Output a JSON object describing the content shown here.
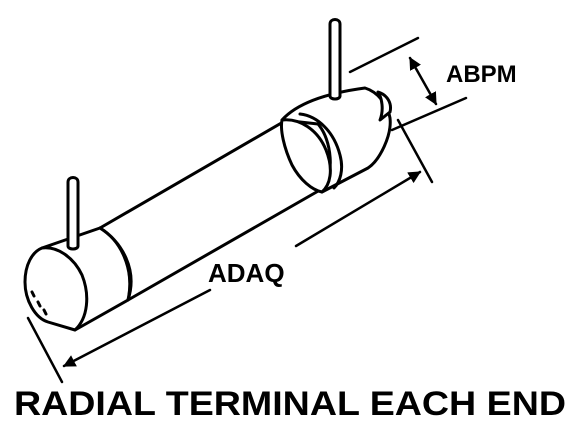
{
  "diagram": {
    "component": "fuse-cartridge",
    "labels": {
      "diameter": "ABPM",
      "length": "ADAQ"
    },
    "caption": "RADIAL TERMINAL EACH END",
    "colors": {
      "ink": "#000000",
      "paper": "#ffffff"
    }
  }
}
